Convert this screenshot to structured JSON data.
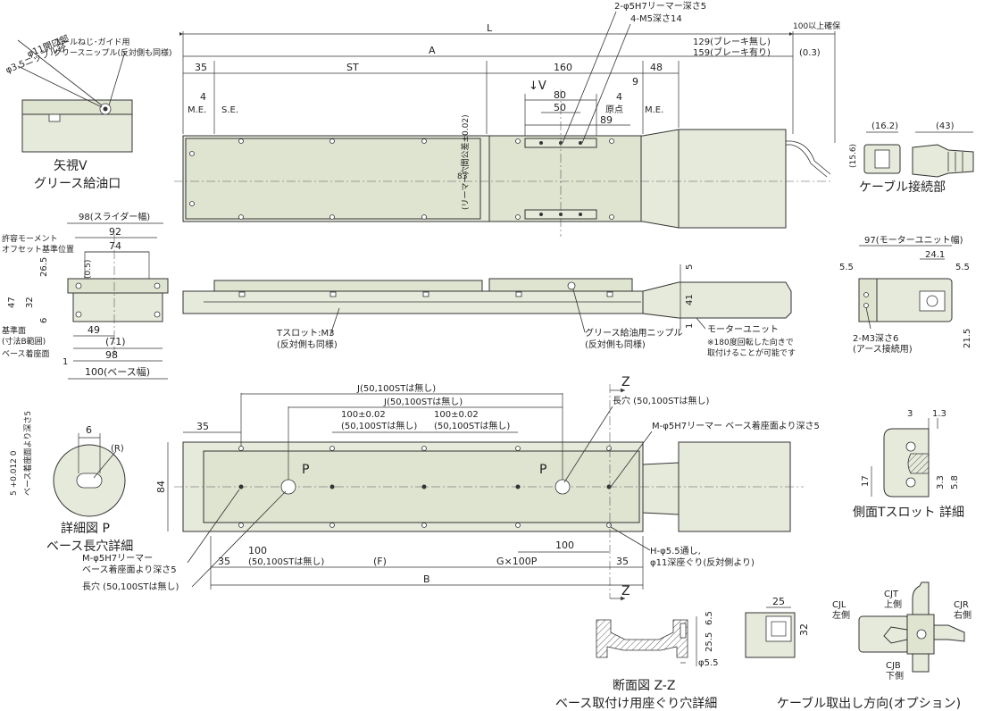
{
  "top_view": {
    "L": "L",
    "A": "A",
    "d35": "35",
    "dST": "ST",
    "d160": "160",
    "d48": "48",
    "d129": "129(ブレーキ無し)",
    "d159": "159(ブレーキ有り)",
    "d03": "(0.3)",
    "d100": "100以上確保",
    "reamer": "2-φ5H7リーマー深さ5",
    "m5": "4-M5深さ14",
    "d80": "80",
    "d50": "50",
    "d89": "89",
    "d9": "9",
    "d4a": "4",
    "d4b": "4",
    "me_left": "M.E.",
    "se": "S.E.",
    "me_right": "M.E.",
    "origin": "原点",
    "view_v": "↓V",
    "d83": "83",
    "note83": "(リーマー穴間公差±0.02)"
  },
  "view_v": {
    "ballscrew": "ボールねじ･ガイド用",
    "nipple": "グリースニップル(反対側も同様)",
    "d11": "φ11開口部",
    "d35": "φ3.5ニップル径",
    "title1": "矢視V",
    "title2": "グリース給油口"
  },
  "cable_conn": {
    "d162": "(16.2)",
    "d43": "(43)",
    "d156": "(15.6)",
    "title": "ケーブル接続部"
  },
  "end_view": {
    "d98s": "98(スライダー幅)",
    "d92": "92",
    "d74": "74",
    "moment1": "許容モーメント",
    "moment2": "オフセット基準位置",
    "d05": "(0.5)",
    "d265": "26.5",
    "d47": "47",
    "d32": "32",
    "d6": "6",
    "ref1": "基準面",
    "ref2": "(寸法B範囲)",
    "mount": "ベース着座面",
    "d49": "49",
    "d71": "(71)",
    "d98": "98",
    "d1": "1",
    "d100": "100(ベース幅)"
  },
  "side_view": {
    "tslot1": "Tスロット:M3",
    "tslot2": "(反対側も同様)",
    "grease1": "グリース給油用ニップル",
    "grease2": "(反対側も同様)",
    "motor": "モーターユニット",
    "motor_note1": "※180度回転した向きで",
    "motor_note2": "取付けることが可能です",
    "d5": "5",
    "d41": "41",
    "d1": "1"
  },
  "motor_end": {
    "d97": "97(モーターユニット幅)",
    "d241": "24.1",
    "d55a": "5.5",
    "d55b": "5.5",
    "m3a": "2-M3深さ6",
    "m3b": "(アース接続用)",
    "d215": "21.5"
  },
  "bottom_view": {
    "J1": "J(50,100STは無し)",
    "J2": "J(50,100STは無し)",
    "t100a": "100±0.02",
    "t100a2": "(50,100STは無し)",
    "t100b": "100±0.02",
    "t100b2": "(50,100STは無し)",
    "long_hole": "長穴 (50,100STは無し)",
    "mreamer": "M-φ5H7リーマー ベース着座面より深さ5",
    "d35a": "35",
    "d35b": "35",
    "d35c": "35",
    "d84": "84",
    "P1": "P",
    "P2": "P",
    "Z1": "Z",
    "Z2": "Z",
    "d100": "100",
    "d100b": "100",
    "d50100": "(50,100STは無し)",
    "F": "(F)",
    "G": "G×100P",
    "B": "B",
    "mreamer2a": "M-φ5H7リーマー",
    "mreamer2b": "ベース着座面より深さ5",
    "long_hole2": "長穴 (50,100STは無し)",
    "h55a": "H-φ5.5通し,",
    "h55b": "φ11深座ぐり(反対側より)"
  },
  "detail_p": {
    "tol": "5 +0.012 0",
    "tol_note": "ベース着座面より深さ5",
    "d6": "6",
    "R": "(R)",
    "title1": "詳細図 P",
    "title2": "ベース長穴詳細"
  },
  "tslot_detail": {
    "d3": "3",
    "d13": "1.3",
    "d17": "17",
    "d33": "3.3",
    "d58": "5.8",
    "title": "側面Tスロット 詳細"
  },
  "section_zz": {
    "d65": "6.5",
    "d255": "25.5",
    "d55": "φ5.5",
    "title1": "断面図 Z-Z",
    "title2": "ベース取付け用座ぐり穴詳細"
  },
  "cable_exit": {
    "d25": "25",
    "d32": "32",
    "cjt1": "CJT",
    "cjt2": "上側",
    "cjl1": "CJL",
    "cjl2": "左側",
    "cjr1": "CJR",
    "cjr2": "右側",
    "cjb1": "CJB",
    "cjb2": "下側",
    "title": "ケーブル取出し方向(オプション)"
  }
}
